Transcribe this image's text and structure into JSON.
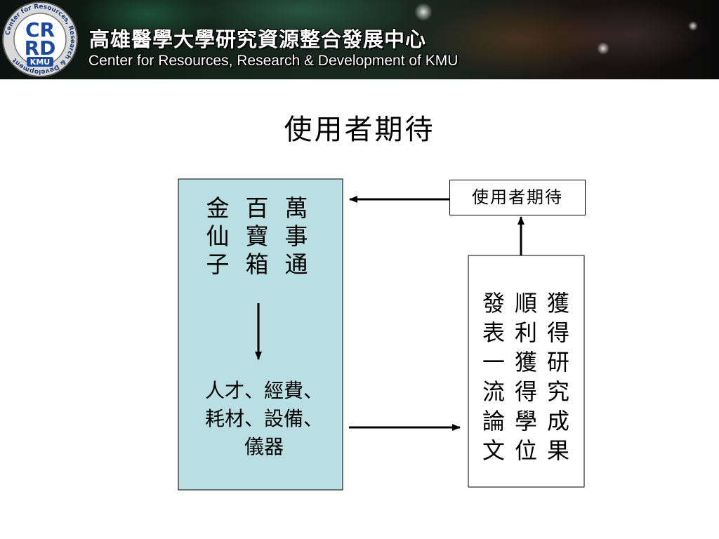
{
  "banner": {
    "title_zh": "高雄醫學大學研究資源整合發展中心",
    "title_en": "Center for Resources, Research & Development of KMU",
    "logo": {
      "letters_top": "CR",
      "letters_bottom": "RD",
      "badge": "KMU",
      "ring_text": "Center for Resources, Research & Development"
    }
  },
  "slide": {
    "title": "使用者期待"
  },
  "diagram": {
    "left_box": {
      "columns": [
        [
          "萬",
          "事",
          "通"
        ],
        [
          "百",
          "寶",
          "箱"
        ],
        [
          "金",
          "仙",
          "子"
        ]
      ],
      "resources_lines": [
        "人才、經費、",
        "耗材、設備、",
        "儀器"
      ]
    },
    "top_right_box": {
      "label": "使用者期待"
    },
    "bottom_right_box": {
      "columns": [
        [
          "獲",
          "得",
          "研",
          "究",
          "成",
          "果"
        ],
        [
          "順",
          "利",
          "獲",
          "得",
          "學",
          "位"
        ],
        [
          "發",
          "表",
          "一",
          "流",
          "論",
          "文"
        ]
      ]
    },
    "colors": {
      "left_box_fill": "#b9dfe3",
      "box_stroke": "#000000",
      "arrow": "#000000"
    }
  }
}
